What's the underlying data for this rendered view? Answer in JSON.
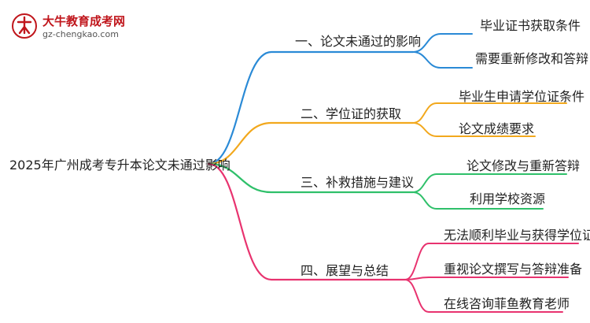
{
  "logo": {
    "name": "大牛教育成考网",
    "site": "gz-chengkao.com"
  },
  "root": "2025年广州成考专升本论文未通过影响",
  "branches": [
    {
      "label": "一、论文未通过的影响",
      "color": "#2a8ad6",
      "leaves": [
        "毕业证书获取条件",
        "需要重新修改和答辩"
      ]
    },
    {
      "label": "二、学位证的获取",
      "color": "#f2a81d",
      "leaves": [
        "毕业生申请学位证条件",
        "论文成绩要求"
      ]
    },
    {
      "label": "三、补救措施与建议",
      "color": "#2fc06a",
      "leaves": [
        "论文修改与重新答辩",
        "利用学校资源"
      ]
    },
    {
      "label": "四、展望与总结",
      "color": "#e8336f",
      "leaves": [
        "无法顺利毕业与获得学位证",
        "重视论文撰写与答辩准备",
        "在线咨询菲鱼教育老师"
      ]
    }
  ]
}
